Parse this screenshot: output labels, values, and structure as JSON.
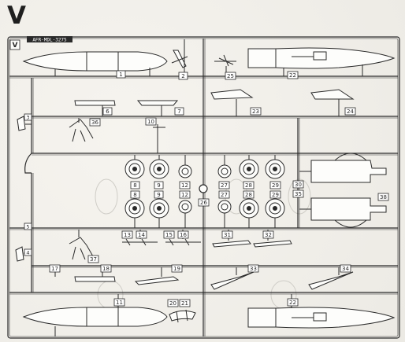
{
  "sprue": {
    "letter": "V",
    "corner_tag": "V",
    "mold_code": "AFR·MDL·3275"
  },
  "part_numbers": {
    "p1": "1",
    "p2": "2",
    "p3": "3",
    "p4": "4",
    "p5": "5",
    "p6": "6",
    "p7": "7",
    "p8": "8",
    "p9": "9",
    "p10": "10",
    "p11": "11",
    "p12": "12",
    "p13": "13",
    "p14": "14",
    "p15": "15",
    "p16": "16",
    "p17": "17",
    "p18": "18",
    "p19": "19",
    "p20": "20",
    "p21": "21",
    "p22": "22",
    "p23": "23",
    "p24": "24",
    "p25": "25",
    "p26": "26",
    "p27": "27",
    "p28": "28",
    "p29": "29",
    "p30": "30",
    "p31": "31",
    "p32": "32",
    "p33": "33",
    "p34": "34",
    "p35": "35",
    "p36": "36",
    "p37": "37",
    "p38": "38"
  },
  "colors": {
    "ink": "#2a2a2a",
    "label_fill": "#ffffff",
    "part_fill": "#fdfdfb",
    "shadow": "#b8b6b0"
  }
}
